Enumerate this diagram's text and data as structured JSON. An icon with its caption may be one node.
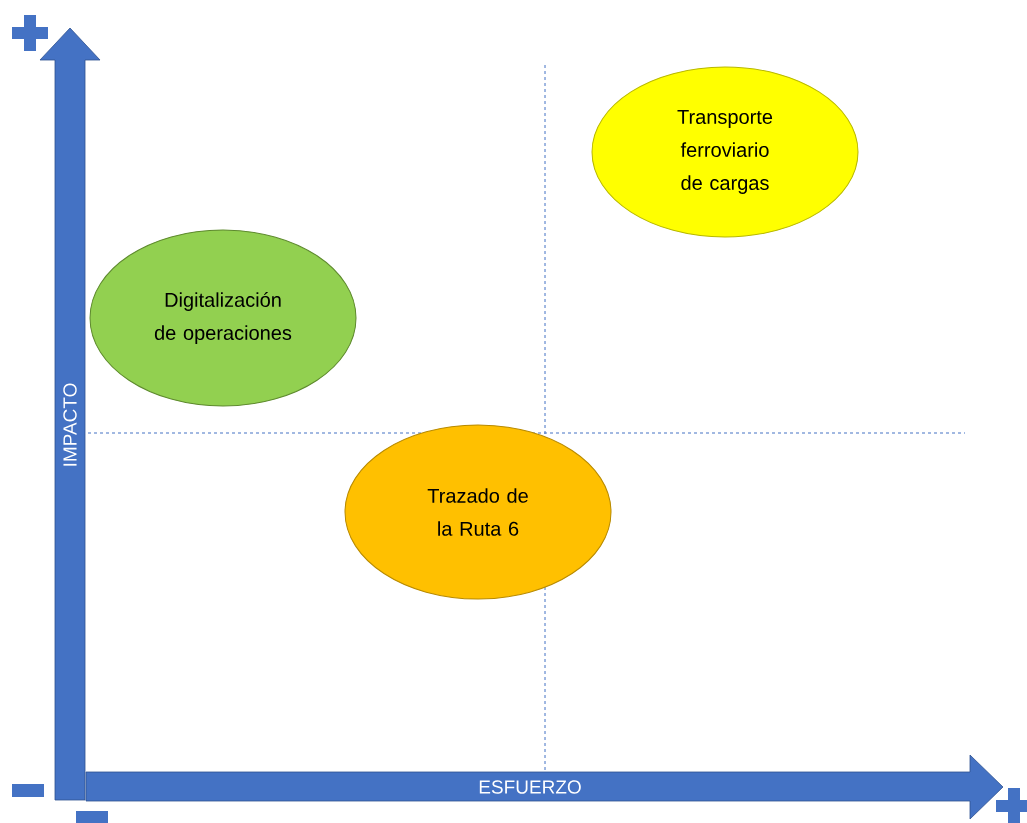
{
  "diagram": {
    "nodes": [
      {
        "text": [
          "Transporte ferroviario de cargas"
        ]
      },
      {
        "text": [
          "Digitalización de operaciones"
        ]
      },
      {
        "text": [
          "Trazado de la Ruta 6"
        ]
      }
    ],
    "labels": [
      "IMPACTO",
      "ESFUERZO"
    ]
  }
}
